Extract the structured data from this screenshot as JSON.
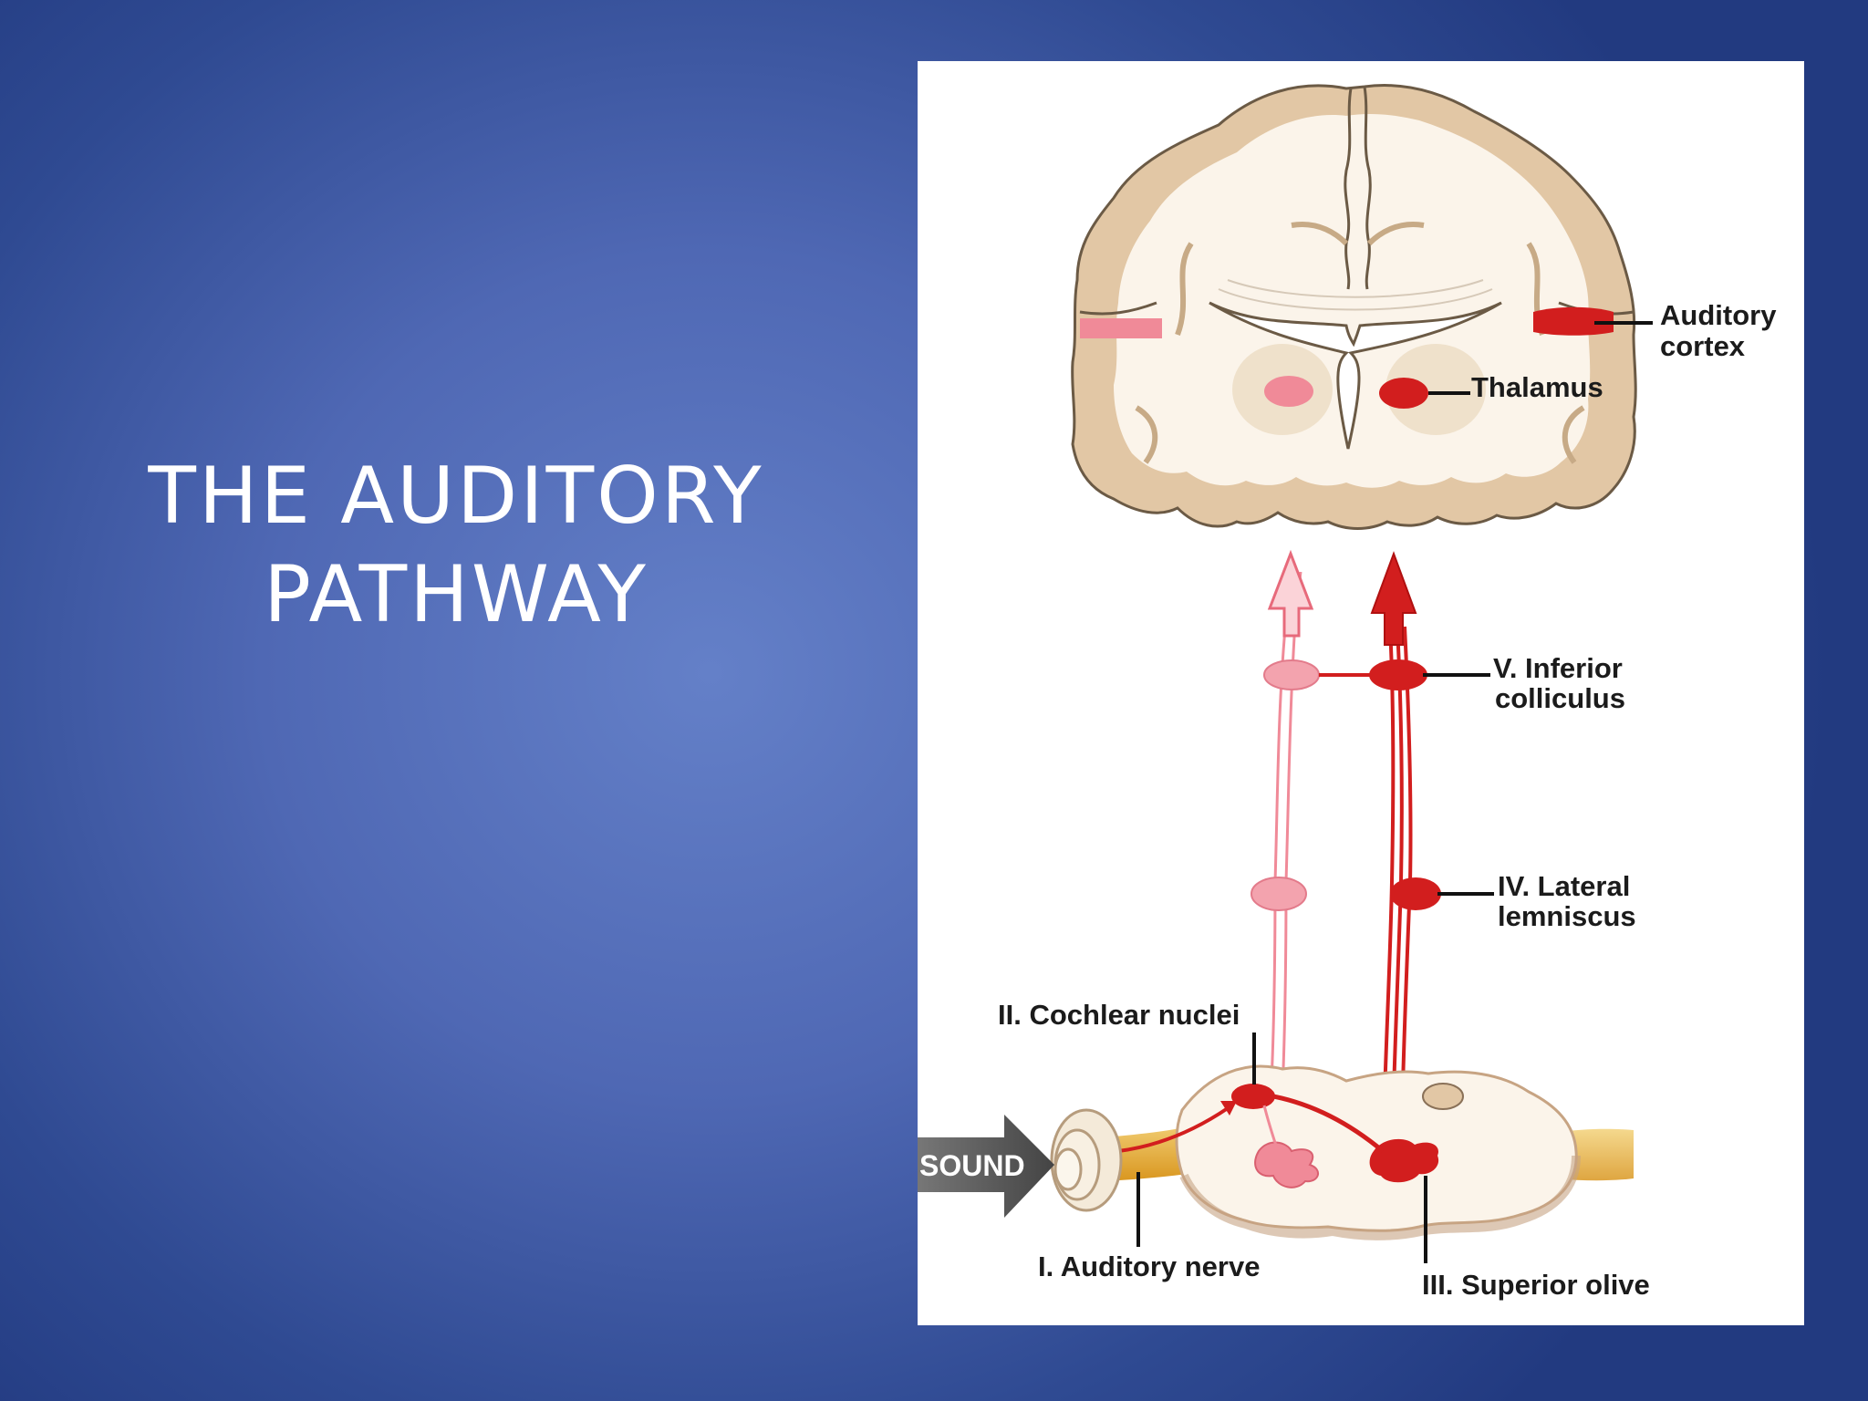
{
  "slide": {
    "title_lines": [
      "THE AUDITORY",
      "PATHWAY"
    ]
  },
  "diagram": {
    "labels": {
      "auditory_cortex_1": "Auditory",
      "auditory_cortex_2": "cortex",
      "thalamus": "Thalamus",
      "inferior_colliculus_1": "V. Inferior",
      "inferior_colliculus_2": "colliculus",
      "lateral_lemniscus_1": "IV. Lateral",
      "lateral_lemniscus_2": "lemniscus",
      "cochlear_nuclei": "II. Cochlear nuclei",
      "sound": "SOUND",
      "auditory_nerve": "I. Auditory nerve",
      "superior_olive": "III. Superior olive"
    },
    "colors": {
      "background_blue": "#4f68b4",
      "brain_cortex": "#e2c7a5",
      "brain_white": "#fbf4ea",
      "pathway_dark_red": "#d21e1e",
      "pathway_light_red": "#f08a98",
      "nerve_yellow": "#e8b23a"
    }
  }
}
